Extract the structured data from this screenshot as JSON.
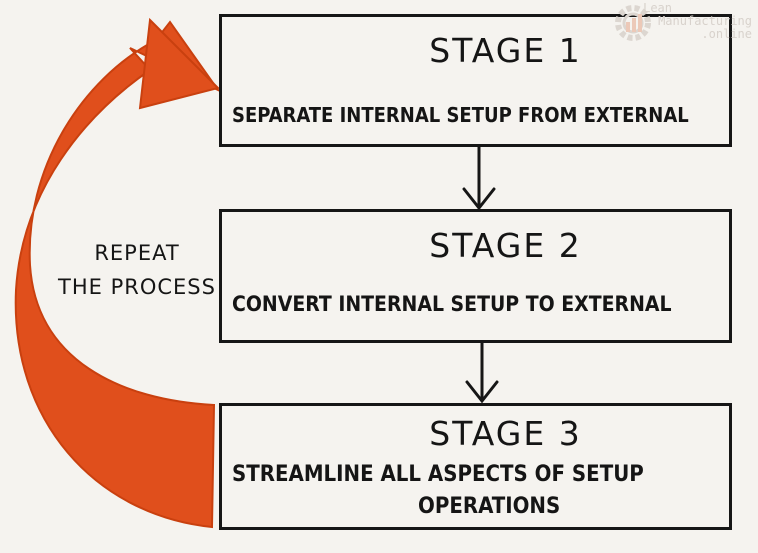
{
  "watermark": {
    "line1": "Lean",
    "line2": "Manufacturing",
    "line3": ".online"
  },
  "repeat": {
    "line1": "REPEAT",
    "line2": "THE PROCESS"
  },
  "stages": [
    {
      "title": "STAGE 1",
      "desc": "SEPARATE INTERNAL SETUP FROM EXTERNAL"
    },
    {
      "title": "STAGE 2",
      "desc": "CONVERT INTERNAL SETUP TO EXTERNAL"
    },
    {
      "title": "STAGE 3",
      "desc": "STREAMLINE ALL ASPECTS OF SETUP",
      "desc2": "OPERATIONS"
    }
  ],
  "colors": {
    "arrow": "#e04f1c",
    "arrow_shade": "#c9400f",
    "ink": "#161616",
    "paper": "#f5f3ef"
  }
}
